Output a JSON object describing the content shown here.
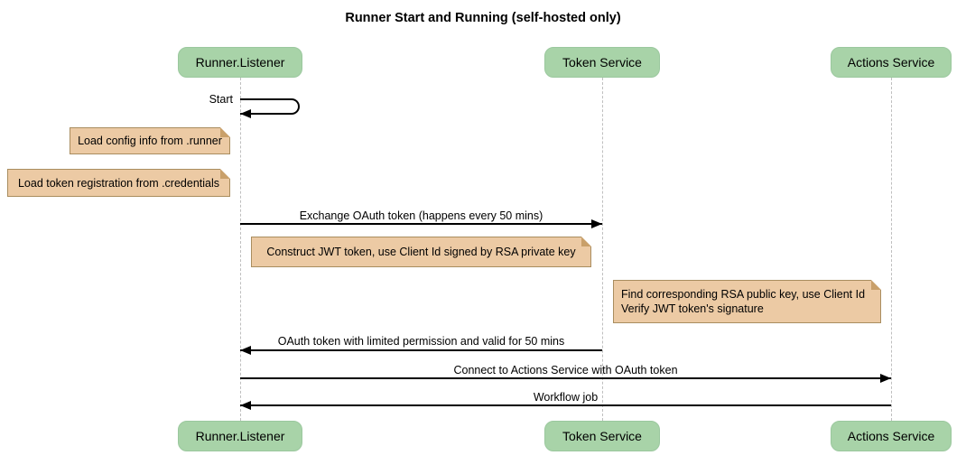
{
  "title": "Runner Start and Running (self-hosted only)",
  "participants": [
    {
      "label": "Runner.Listener"
    },
    {
      "label": "Token Service"
    },
    {
      "label": "Actions Service"
    }
  ],
  "messages": [
    {
      "label": "Start",
      "from": "Runner.Listener",
      "to": "Runner.Listener",
      "kind": "self"
    },
    {
      "label": "Exchange OAuth token (happens every 50 mins)",
      "from": "Runner.Listener",
      "to": "Token Service",
      "kind": "solid-arrow"
    },
    {
      "label": "OAuth token with limited permission and valid for 50 mins",
      "from": "Token Service",
      "to": "Runner.Listener",
      "kind": "solid-arrow"
    },
    {
      "label": "Connect to Actions Service with OAuth token",
      "from": "Runner.Listener",
      "to": "Actions Service",
      "kind": "solid-arrow"
    },
    {
      "label": "Workflow job",
      "from": "Actions Service",
      "to": "Runner.Listener",
      "kind": "solid-arrow"
    }
  ],
  "notes": [
    {
      "text": "Load config info from .runner",
      "position": "left of Runner.Listener"
    },
    {
      "text": "Load token registration from .credentials",
      "position": "left of Runner.Listener"
    },
    {
      "text": "Construct JWT token, use Client Id signed by RSA private key",
      "position": "over Runner.Listener to Token Service"
    },
    {
      "text": "Find corresponding RSA public key, use Client Id\nVerify JWT token's signature",
      "position": "over Token Service to Actions Service"
    }
  ],
  "colors": {
    "participant_fill": "#a8d3a8",
    "note_fill": "#eccaa4",
    "note_border": "#a98d5f",
    "note_fold": "#c9a06a",
    "lifeline": "#bfbfbf",
    "arrow": "#000000",
    "background": "#ffffff"
  }
}
